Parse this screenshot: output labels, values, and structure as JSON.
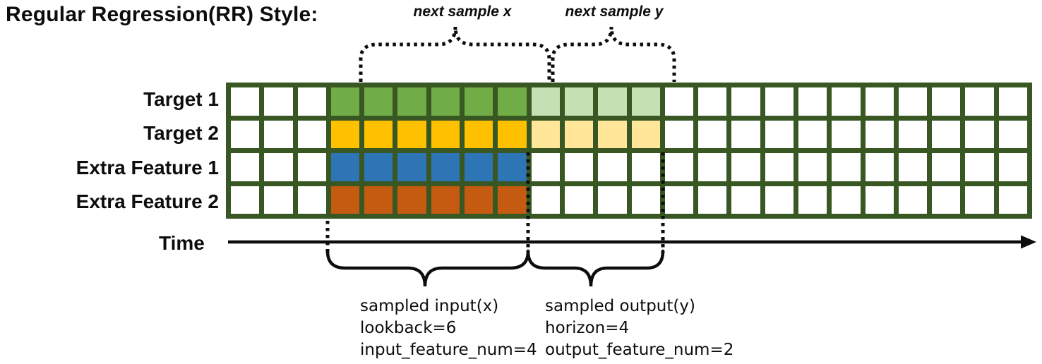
{
  "title": "Regular Regression(RR) Style:",
  "top_labels": {
    "next_sample_x": "next sample x",
    "next_sample_y": "next sample y"
  },
  "time_axis": {
    "label": "Time"
  },
  "grid": {
    "columns": 24,
    "num_rows": 4,
    "border_color": "#385723",
    "cell_color": "#FFFFFF",
    "rows": [
      {
        "label": "Target 1",
        "segments": [
          {
            "start": 4,
            "end": 9,
            "color": "#70AD47",
            "role": "input"
          },
          {
            "start": 10,
            "end": 13,
            "color": "#C5E0B3",
            "role": "output"
          }
        ]
      },
      {
        "label": "Target 2",
        "segments": [
          {
            "start": 4,
            "end": 9,
            "color": "#FFC000",
            "role": "input"
          },
          {
            "start": 10,
            "end": 13,
            "color": "#FFE699",
            "role": "output"
          }
        ]
      },
      {
        "label": "Extra Feature 1",
        "segments": [
          {
            "start": 4,
            "end": 9,
            "color": "#2E75B6",
            "role": "input"
          }
        ]
      },
      {
        "label": "Extra Feature 2",
        "segments": [
          {
            "start": 4,
            "end": 9,
            "color": "#C55A11",
            "role": "input"
          }
        ]
      }
    ]
  },
  "bottom_annotations": {
    "input": {
      "lines": [
        "sampled input(x)",
        "lookback=6",
        "input_feature_num=4"
      ]
    },
    "output": {
      "lines": [
        "sampled output(y)",
        "horizon=4",
        "output_feature_num=2"
      ]
    }
  }
}
